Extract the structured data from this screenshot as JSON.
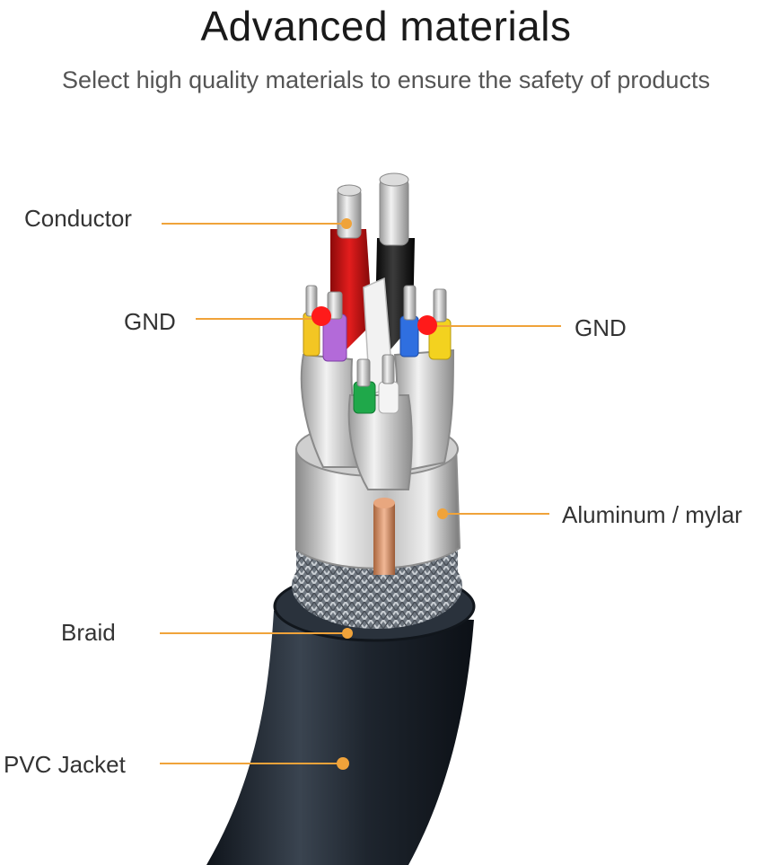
{
  "header": {
    "title": "Advanced materials",
    "subtitle": "Select high quality materials to ensure the safety of products"
  },
  "colors": {
    "leader": "#f0a33a",
    "dot": "#f0a33a",
    "gnd_dot": "#ff1a1a",
    "jacket": "#1f2630",
    "foil": "#d8d8d8"
  },
  "labels": {
    "conductor": "Conductor",
    "gnd_left": "GND",
    "gnd_right": "GND",
    "aluminum": "Aluminum / mylar",
    "braid": "Braid",
    "pvc": "PVC Jacket"
  }
}
